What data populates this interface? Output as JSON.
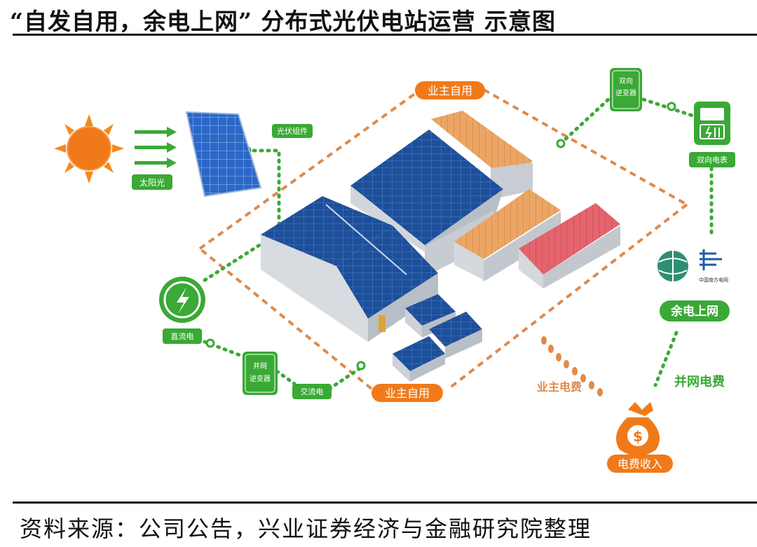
{
  "title": "“自发自用，余电上网” 分布式光伏电站运营 示意图",
  "source": "资料来源：公司公告，兴业证券经济与金融研究院整理",
  "labels": {
    "sunlight": "太阳光",
    "pv_module": "光伏组件",
    "owner_use_top": "业主自用",
    "owner_use_bottom": "业主自用",
    "bidirectional_inverter_line1": "双向",
    "bidirectional_inverter_line2": "逆变器",
    "bidirectional_meter": "双向电表",
    "grid_logo_text": "中国南方电网",
    "surplus_to_grid": "余电上网",
    "grid_fee": "并网电费",
    "owner_fee": "业主电费",
    "electricity_income": "电费收入",
    "dc": "直流电",
    "grid_inverter_line1": "并网",
    "grid_inverter_line2": "逆变器",
    "ac": "交流电"
  },
  "colors": {
    "green": "#3aa935",
    "orange": "#f07a1a",
    "dashed_orange": "#e08a4a",
    "roof_blue": "#1d4f9a",
    "roof_orange": "#e9a766",
    "roof_red": "#e0606a"
  }
}
